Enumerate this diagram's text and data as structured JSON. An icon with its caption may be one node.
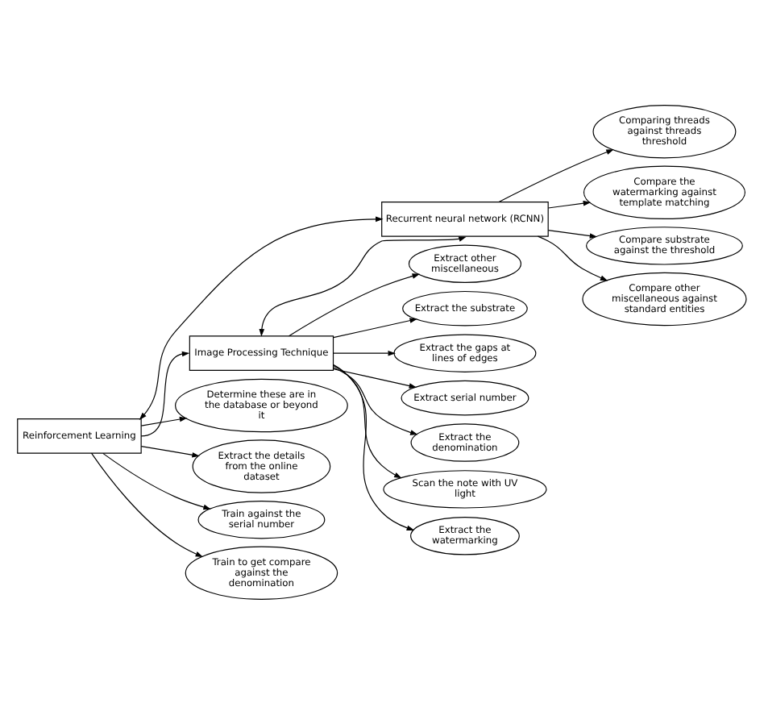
{
  "diagram": {
    "nodes": [
      {
        "text": [
          "Reinforcement Learning"
        ]
      },
      {
        "text": [
          "Recurrent neural network (RCNN)"
        ]
      },
      {
        "text": [
          "Image Processing Technique"
        ]
      },
      {
        "text": [
          "Determine these are in the database or beyond it"
        ]
      },
      {
        "text": [
          "Extract the details from the online dataset"
        ]
      },
      {
        "text": [
          "Train against the serial number"
        ]
      },
      {
        "text": [
          "Train to get compare against the denomination"
        ]
      },
      {
        "text": [
          "Comparing threads against threads threshold"
        ]
      },
      {
        "text": [
          "Compare the watermarking against template matching"
        ]
      },
      {
        "text": [
          "Compare substrate against the threshold"
        ]
      },
      {
        "text": [
          "Compare other miscellaneous against standard entities"
        ]
      },
      {
        "text": [
          "Extract other miscellaneous"
        ]
      },
      {
        "text": [
          "Extract the substrate"
        ]
      },
      {
        "text": [
          "Extract the gaps at lines of edges"
        ]
      },
      {
        "text": [
          "Extract serial number"
        ]
      },
      {
        "text": [
          "Extract the denomination"
        ]
      },
      {
        "text": [
          "Scan the note with UV light"
        ]
      },
      {
        "text": [
          "Extract the watermarking"
        ]
      }
    ],
    "edges": [
      {
        "from": 0,
        "to": 3,
        "arrow": "to"
      },
      {
        "from": 0,
        "to": 4,
        "arrow": "to"
      },
      {
        "from": 0,
        "to": 5,
        "arrow": "to"
      },
      {
        "from": 0,
        "to": 6,
        "arrow": "to"
      },
      {
        "from": 0,
        "to": 1,
        "arrow": "both"
      },
      {
        "from": 0,
        "to": 2,
        "arrow": "to"
      },
      {
        "from": 1,
        "to": 7,
        "arrow": "to"
      },
      {
        "from": 1,
        "to": 8,
        "arrow": "to"
      },
      {
        "from": 1,
        "to": 9,
        "arrow": "to"
      },
      {
        "from": 1,
        "to": 10,
        "arrow": "to"
      },
      {
        "from": 2,
        "to": 1,
        "arrow": "both"
      },
      {
        "from": 2,
        "to": 11,
        "arrow": "to"
      },
      {
        "from": 2,
        "to": 12,
        "arrow": "to"
      },
      {
        "from": 2,
        "to": 13,
        "arrow": "to"
      },
      {
        "from": 2,
        "to": 14,
        "arrow": "to"
      },
      {
        "from": 2,
        "to": 15,
        "arrow": "to"
      },
      {
        "from": 2,
        "to": 16,
        "arrow": "to"
      },
      {
        "from": 2,
        "to": 17,
        "arrow": "to"
      }
    ]
  }
}
